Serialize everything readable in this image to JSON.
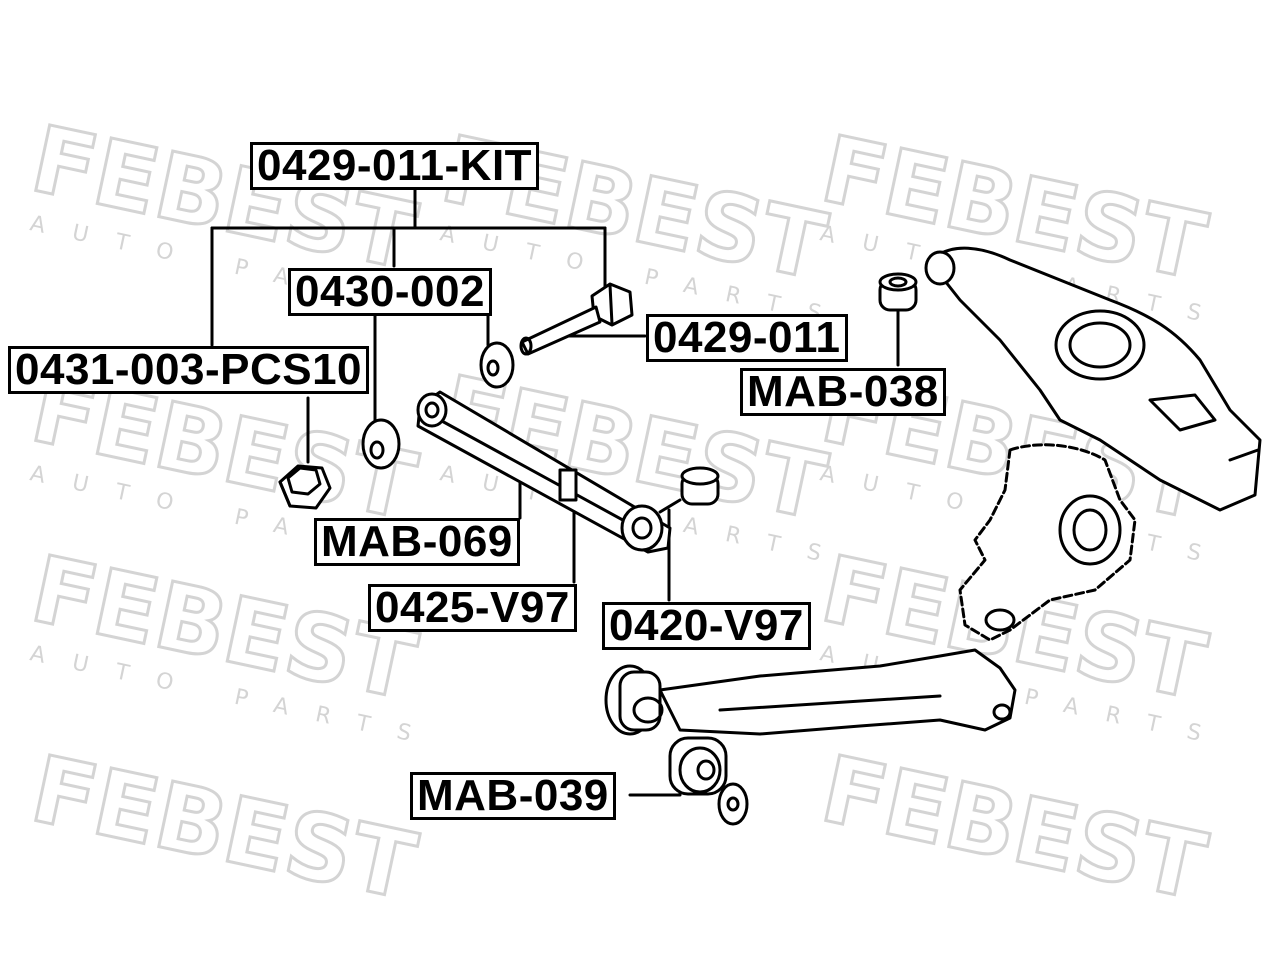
{
  "watermark": {
    "brand": "FEBEST",
    "tagline": "AUTO PARTS",
    "color": "#d9d9d9"
  },
  "labels": {
    "kit": "0429-011-KIT",
    "washer_cam": "0430-002",
    "bolt": "0429-011",
    "nut": "0431-003-PCS10",
    "bushing_upper": "MAB-038",
    "arm_bushing": "MAB-069",
    "lateral_arm": "0425-V97",
    "ball_joint": "0420-V97",
    "bushing_lower": "MAB-039"
  },
  "colors": {
    "line": "#000000",
    "label_border": "#000000",
    "background": "#ffffff"
  }
}
